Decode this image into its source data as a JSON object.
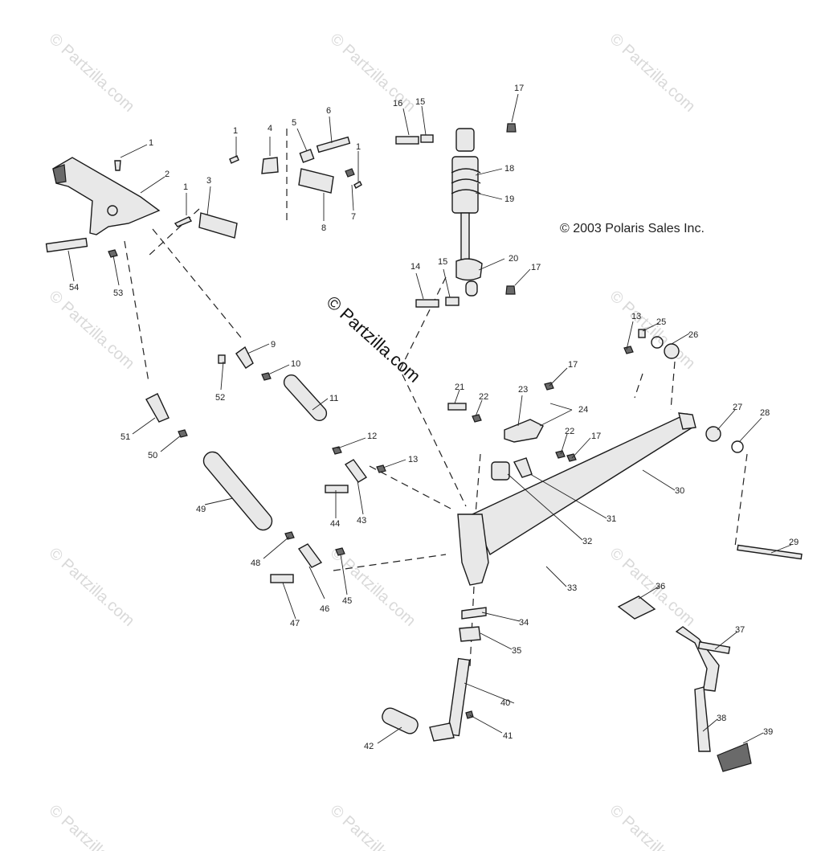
{
  "copyright": "© 2003 Polaris Sales Inc.",
  "watermark_center": "© Partzilla.com",
  "watermark_tile": "© Partzilla.com",
  "callouts": [
    "1",
    "1",
    "1",
    "1",
    "2",
    "3",
    "4",
    "5",
    "6",
    "7",
    "8",
    "9",
    "10",
    "11",
    "12",
    "13",
    "13",
    "14",
    "15",
    "15",
    "16",
    "17",
    "17",
    "17",
    "17",
    "18",
    "19",
    "20",
    "21",
    "22",
    "22",
    "23",
    "24",
    "25",
    "26",
    "27",
    "28",
    "29",
    "30",
    "31",
    "32",
    "33",
    "34",
    "35",
    "36",
    "37",
    "38",
    "39",
    "40",
    "41",
    "42",
    "43",
    "44",
    "45",
    "46",
    "47",
    "48",
    "49",
    "50",
    "51",
    "52",
    "53",
    "54"
  ]
}
